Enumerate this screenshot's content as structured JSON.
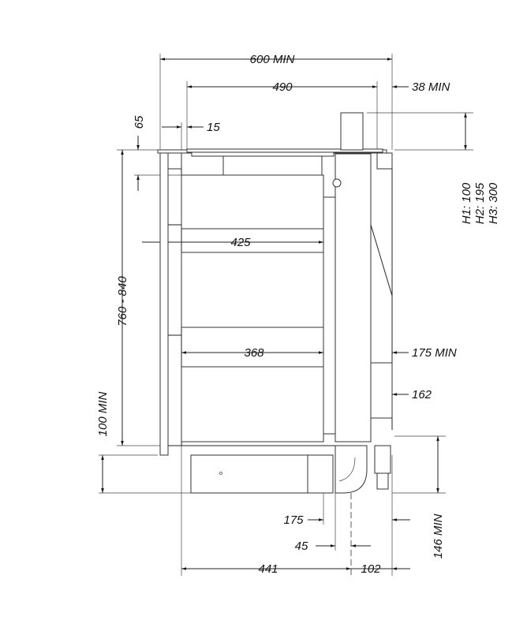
{
  "dimensions": {
    "overall_width": "600 MIN",
    "hob_width": "490",
    "rear_clearance": "38 MIN",
    "counter_offset": "15",
    "hob_depth": "65",
    "heights": [
      "H1: 100",
      "H2: 195",
      "H3: 300"
    ],
    "drawer_depth_top": "425",
    "drawer_depth_lower": "368",
    "duct_clearance": "175 MIN",
    "duct_depth": "162",
    "cabinet_height": "760 - 840",
    "plinth_height": "100 MIN",
    "plinth_clearance": "146 MIN",
    "outlet_width": "175",
    "outlet_offset": "45",
    "outlet_center": "441",
    "outlet_rear": "102"
  },
  "colors": {
    "line": "#222222",
    "background": "#ffffff"
  }
}
